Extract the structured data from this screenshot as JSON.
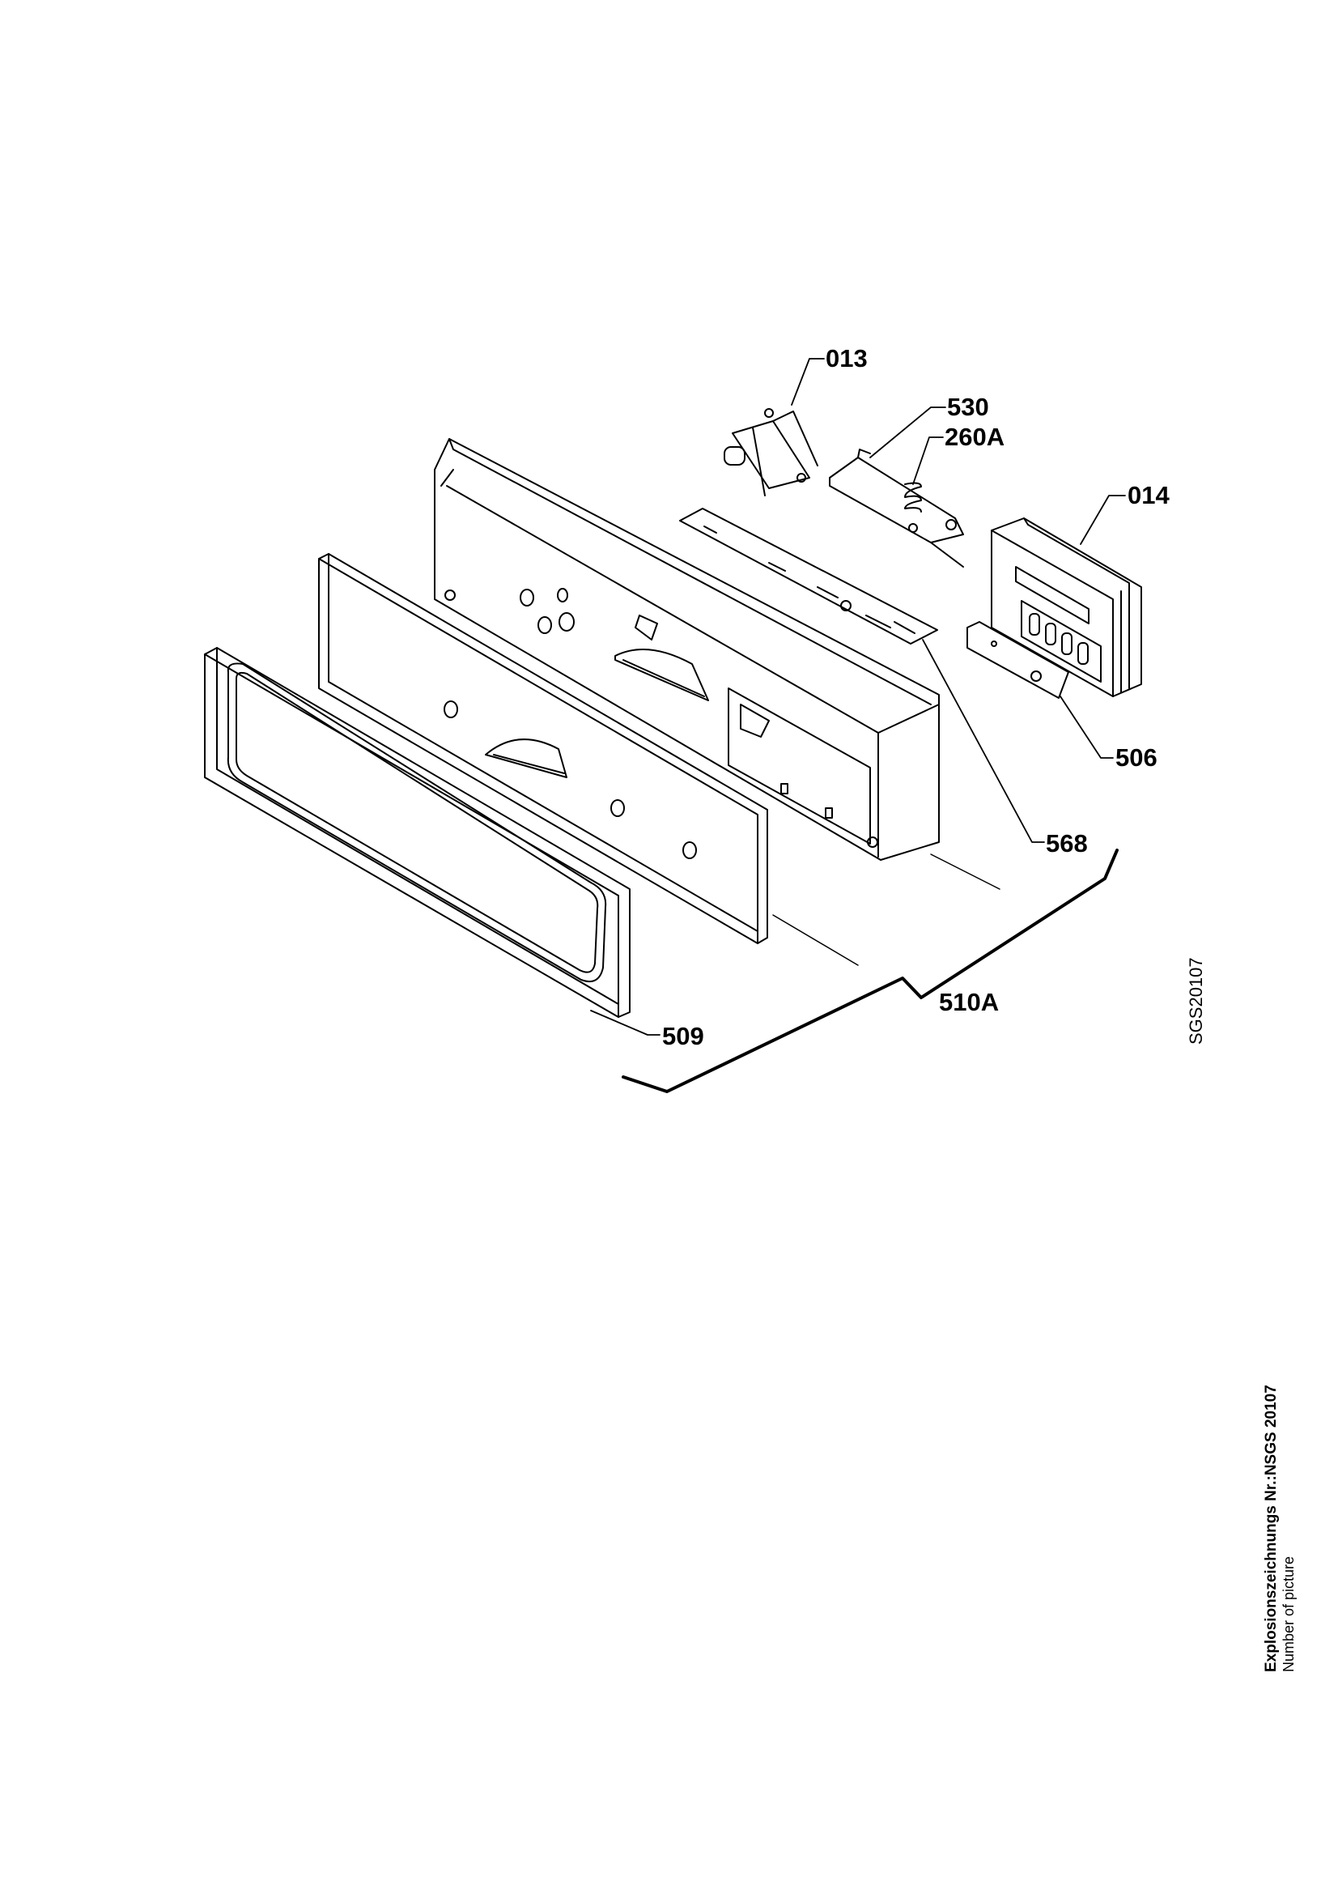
{
  "diagram": {
    "callouts": [
      {
        "id": "013",
        "label": "013"
      },
      {
        "id": "530",
        "label": "530"
      },
      {
        "id": "260A",
        "label": "260A"
      },
      {
        "id": "014",
        "label": "014"
      },
      {
        "id": "506",
        "label": "506"
      },
      {
        "id": "568",
        "label": "568"
      },
      {
        "id": "510A",
        "label": "510A"
      },
      {
        "id": "509",
        "label": "509"
      }
    ],
    "drawing_code": "SGS20107"
  },
  "footer": {
    "title": "Explosionszeichnungs Nr.:NSGS 20107",
    "subtitle": "Number of picture"
  },
  "colors": {
    "ink": "#000000",
    "paper": "#ffffff"
  }
}
